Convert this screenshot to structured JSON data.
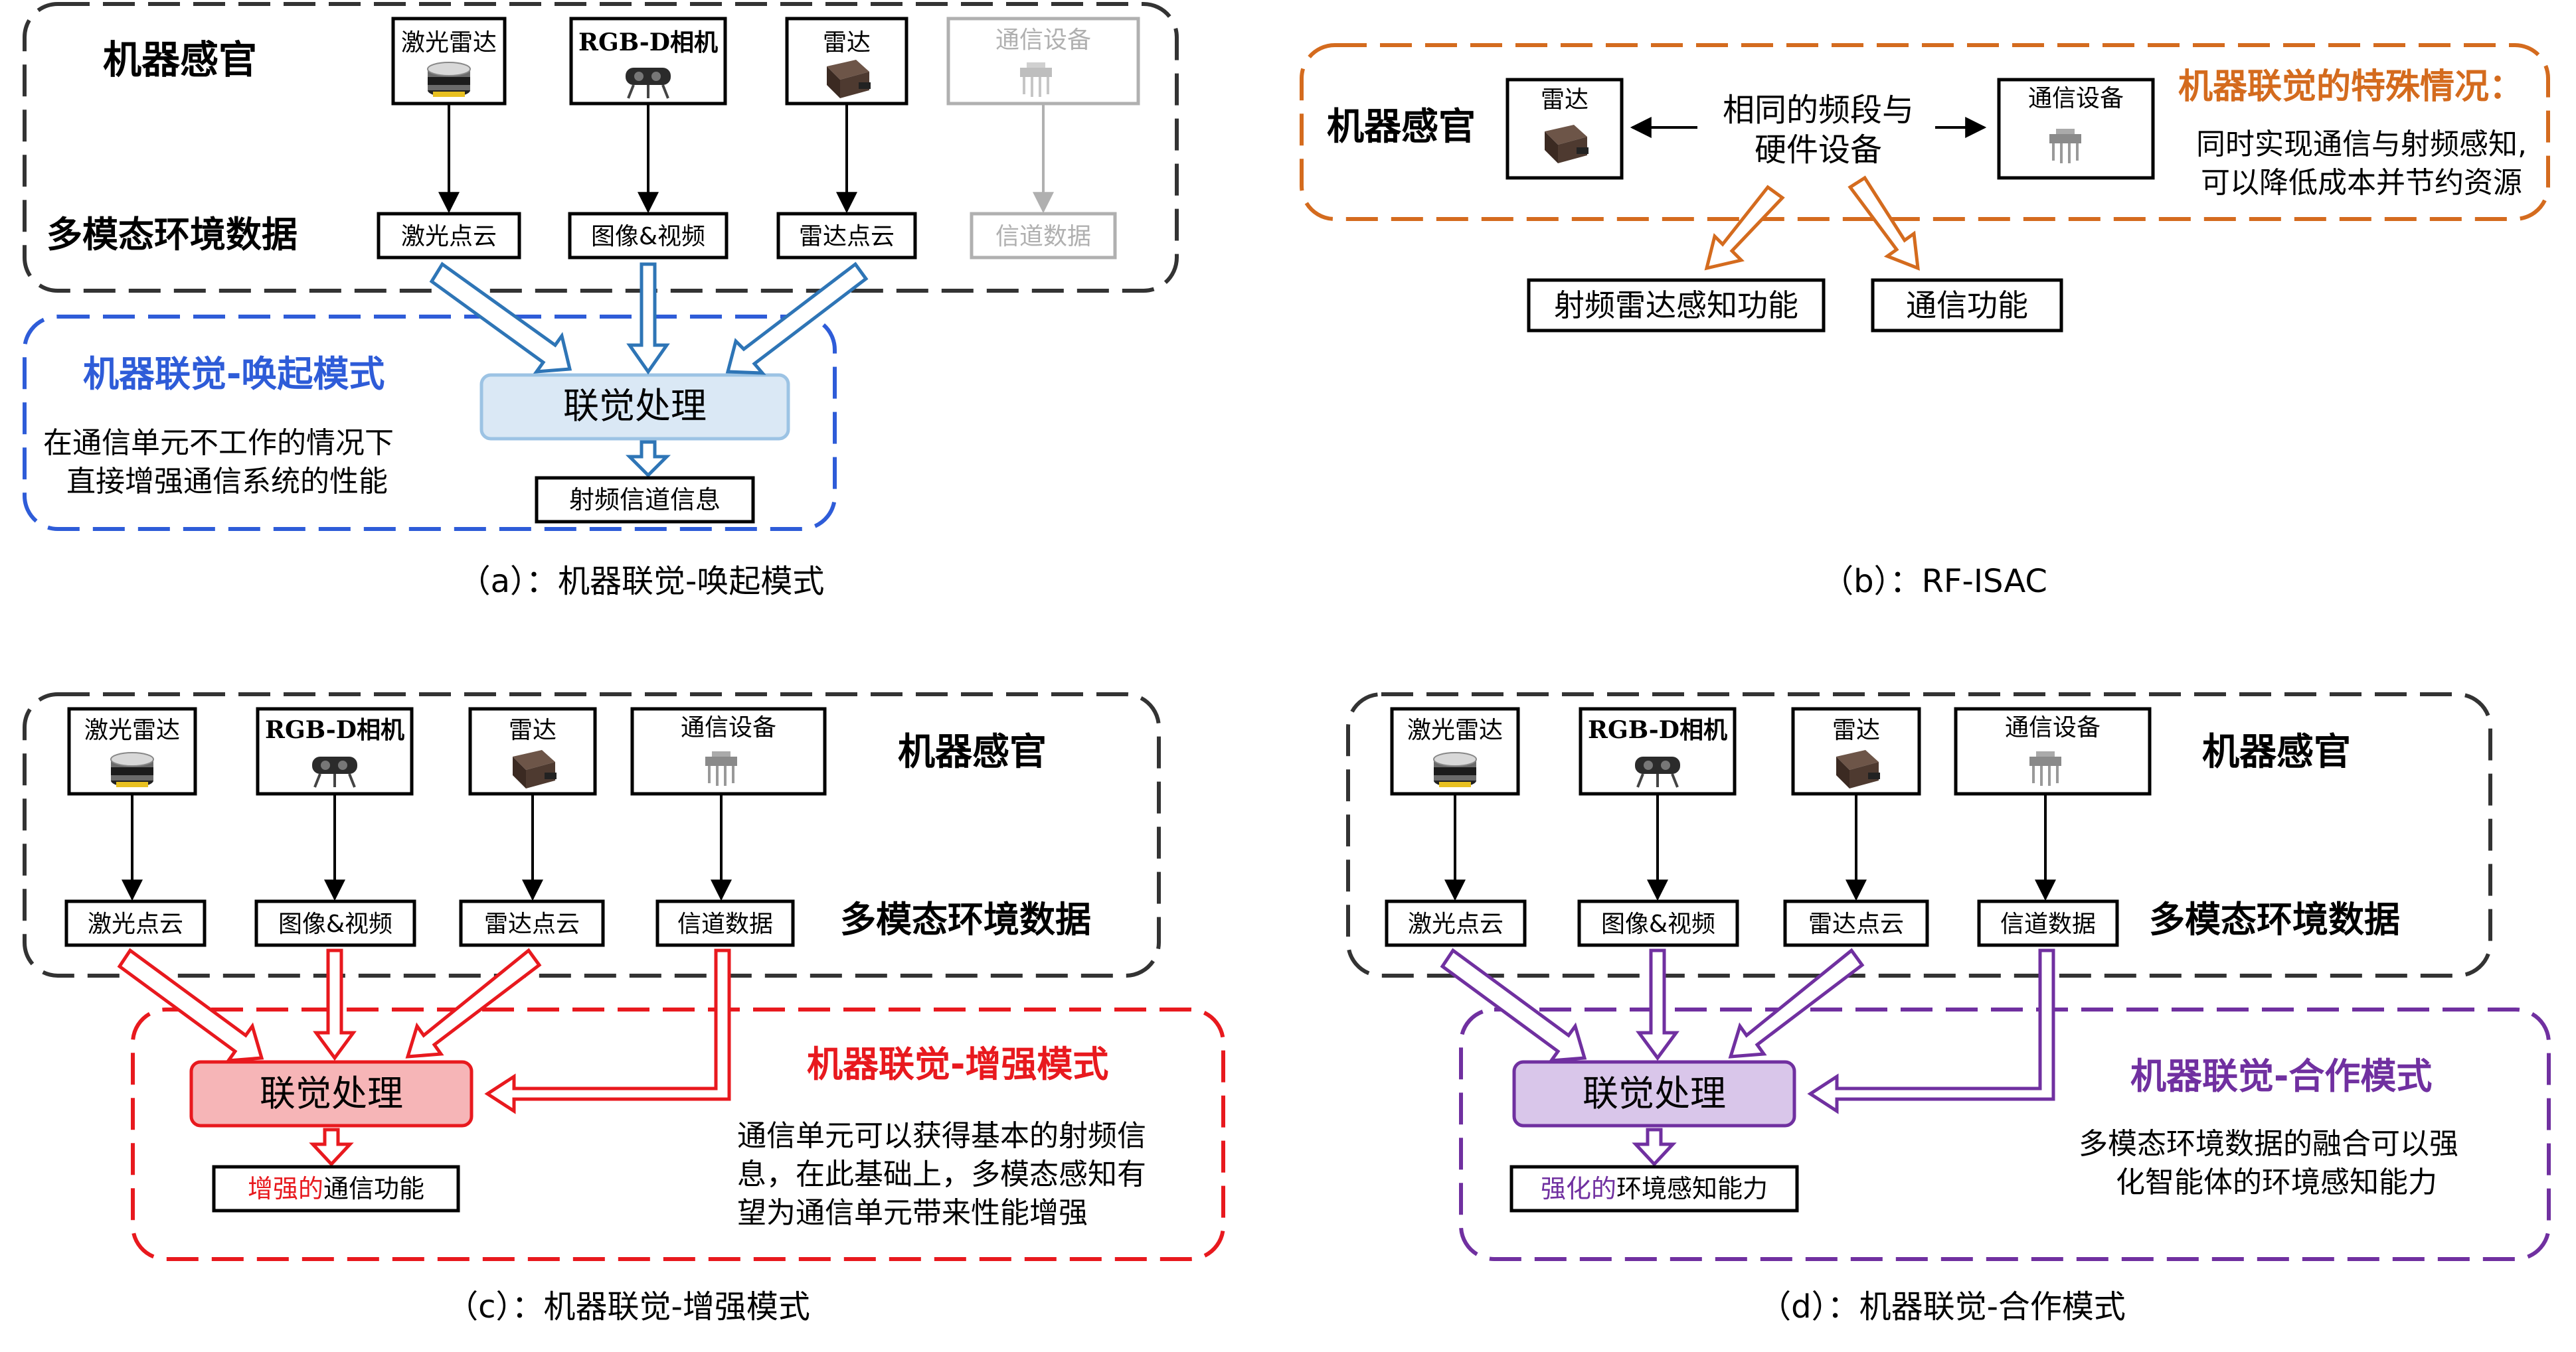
{
  "colors": {
    "black": "#333333",
    "blue": "#2e5cd8",
    "blue_fill": "#dae8f5",
    "blue_arrow": "#2e75b6",
    "orange": "#d46b1e",
    "red": "#e8191e",
    "red_fill": "#f6b5b7",
    "purple": "#7030a0",
    "purple_fill": "#d9c6ea",
    "gray": "#b0b0b0"
  },
  "icons": [
    "lidar-icon",
    "rgbd-camera-icon",
    "radar-icon",
    "comm-antenna-icon"
  ],
  "a": {
    "organ_label": "机器感官",
    "env_label": "多模态环境数据",
    "sensors": [
      "激光雷达",
      "RGB-D相机",
      "雷达",
      "通信设备"
    ],
    "data": [
      "激光点云",
      "图像&视频",
      "雷达点云",
      "信道数据"
    ],
    "mode_title": "机器联觉-唤起模式",
    "mode_desc": [
      "在通信单元不工作的情况下",
      "直接增强通信系统的性能"
    ],
    "process": "联觉处理",
    "output": "射频信道信息",
    "caption": "（a）：机器联觉-唤起模式"
  },
  "b": {
    "organ_label": "机器感官",
    "radar": "雷达",
    "center": [
      "相同的频段与",
      "硬件设备"
    ],
    "comm": "通信设备",
    "special_title": "机器联觉的特殊情况：",
    "special_desc": [
      "同时实现通信与射频感知,",
      "可以降低成本并节约资源"
    ],
    "out_left": "射频雷达感知功能",
    "out_right": "通信功能",
    "caption": "（b）：RF-ISAC"
  },
  "c": {
    "organ_label": "机器感官",
    "env_label": "多模态环境数据",
    "sensors": [
      "激光雷达",
      "RGB-D相机",
      "雷达",
      "通信设备"
    ],
    "data": [
      "激光点云",
      "图像&视频",
      "雷达点云",
      "信道数据"
    ],
    "mode_title": "机器联觉-增强模式",
    "mode_desc": [
      "通信单元可以获得基本的射频信",
      "息，在此基础上，多模态感知有",
      "望为通信单元带来性能增强"
    ],
    "process": "联觉处理",
    "output_highlight": "增强的",
    "output_rest": "通信功能",
    "caption": "（c）：机器联觉-增强模式"
  },
  "d": {
    "organ_label": "机器感官",
    "env_label": "多模态环境数据",
    "sensors": [
      "激光雷达",
      "RGB-D相机",
      "雷达",
      "通信设备"
    ],
    "data": [
      "激光点云",
      "图像&视频",
      "雷达点云",
      "信道数据"
    ],
    "mode_title": "机器联觉-合作模式",
    "mode_desc": [
      "多模态环境数据的融合可以强",
      "化智能体的环境感知能力"
    ],
    "process": "联觉处理",
    "output_highlight": "强化的",
    "output_rest": "环境感知能力",
    "caption": "（d）：机器联觉-合作模式"
  }
}
